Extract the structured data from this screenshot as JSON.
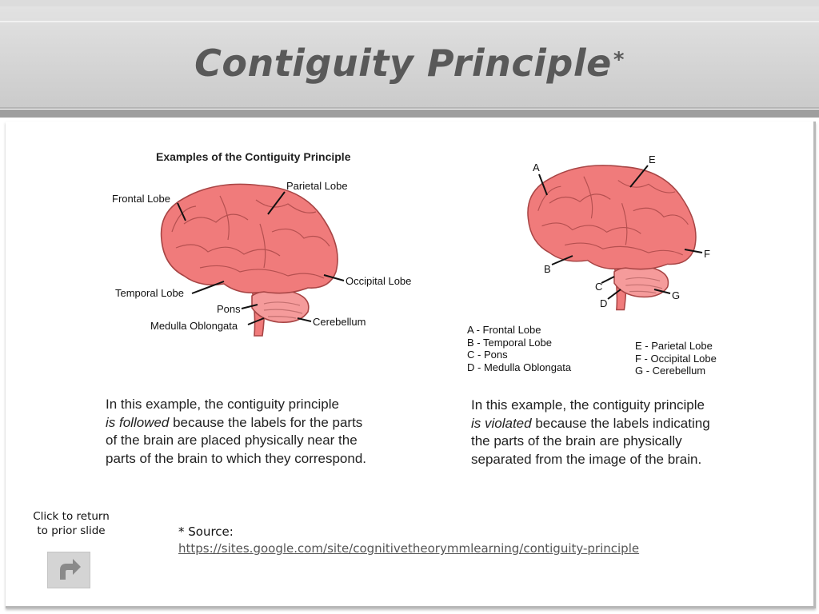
{
  "slide": {
    "title": "Contiguity Principle",
    "title_marker": "*"
  },
  "left_figure": {
    "heading": "Examples of the Contiguity Principle",
    "labels": {
      "frontal": "Frontal Lobe",
      "parietal": "Parietal Lobe",
      "occipital": "Occipital Lobe",
      "temporal": "Temporal Lobe",
      "pons": "Pons",
      "medulla": "Medulla Oblongata",
      "cerebellum": "Cerebellum"
    },
    "caption": {
      "line1": "In this example, the contiguity principle",
      "line2_em": "is followed",
      "line2_rest": " because the labels for the parts",
      "line3": "of the brain are placed physically near the",
      "line4": "parts of the brain to which they correspond."
    }
  },
  "right_figure": {
    "letters": {
      "a": "A",
      "b": "B",
      "c": "C",
      "d": "D",
      "e": "E",
      "f": "F",
      "g": "G"
    },
    "legend_left": [
      "A - Frontal Lobe",
      "B - Temporal Lobe",
      "C - Pons",
      "D - Medulla Oblongata"
    ],
    "legend_right": [
      "E - Parietal Lobe",
      "F - Occipital Lobe",
      "G - Cerebellum"
    ],
    "caption": {
      "line1": "In this example, the contiguity principle",
      "line2_em": "is violated",
      "line2_rest": " because the labels indicating",
      "line3": "the parts of the brain are physically",
      "line4": "separated from the image of the brain."
    }
  },
  "navigation": {
    "back_text_line1": "Click to return",
    "back_text_line2": "to prior slide",
    "back_icon": "return-arrow-icon"
  },
  "source": {
    "label": "* Source:",
    "url": "https://sites.google.com/site/cognitivetheorymmlearning/contiguity-principle"
  },
  "colors": {
    "brain_fill": "#f07b7b",
    "brain_stroke": "#a84545",
    "header_bg": "#d4d4d4",
    "title_text": "#595959"
  }
}
